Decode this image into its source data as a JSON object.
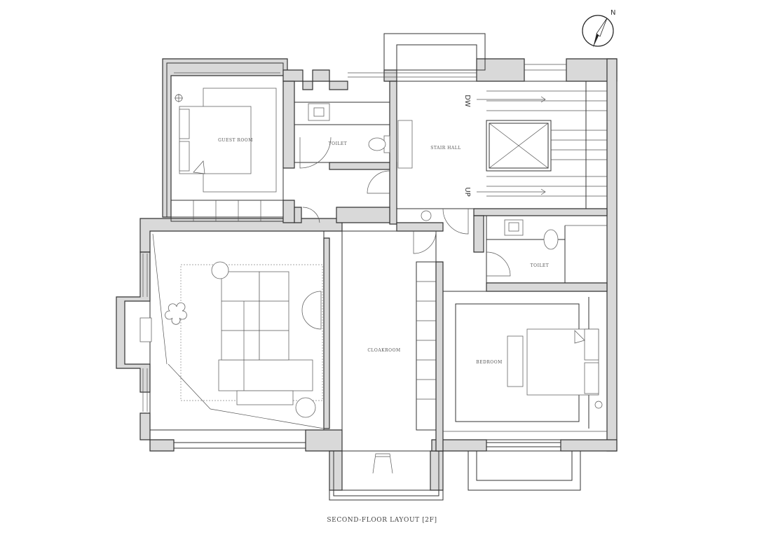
{
  "rooms": {
    "guest_room": "GUEST ROOM",
    "toilet_upper": "TOILET",
    "stair_hall": "STAIR HALL",
    "cloakroom": "CLOAKROOM",
    "toilet_right": "TOILET",
    "bedroom": "BEDROOM"
  },
  "stairs": {
    "down": "DW",
    "up": "UP"
  },
  "north": {
    "label": "N",
    "icon": "north-arrow-icon"
  },
  "caption": "SECOND-FLOOR LAYOUT [2F]",
  "colors": {
    "wall_fill": "#d9d9d9",
    "line": "#333333"
  }
}
